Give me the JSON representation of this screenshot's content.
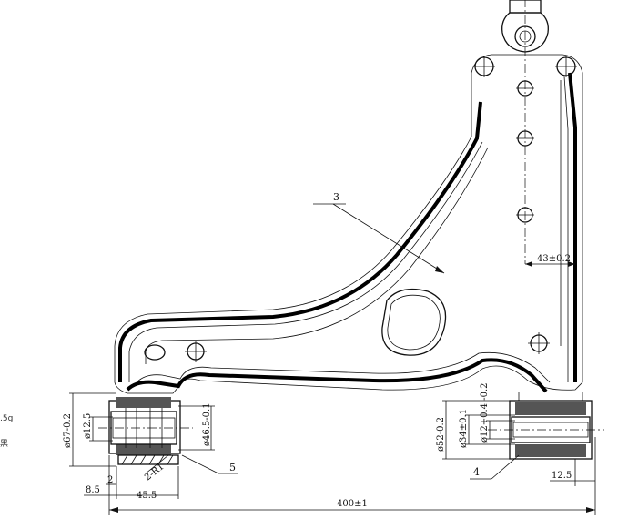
{
  "parts": {
    "arm": "3",
    "front_bush": "5",
    "rear_bush": "4"
  },
  "dimensions": {
    "overall_length": "400±1",
    "ball_joint_offset": "43±0.2",
    "front_bush_outer": "ø67-0.2",
    "front_bush_bore": "ø12.5",
    "front_bush_body": "ø46.5-0.1",
    "front_left_gap": "8.5",
    "front_gap_2": "2",
    "front_width": "45.5",
    "front_radius": "2-R1",
    "rear_bush_outer": "ø52-0.2",
    "rear_bush_inner": "ø34±0.1",
    "rear_bush_bore": "ø12+0.4 -0.2",
    "rear_offset": "12.5"
  },
  "side_notes": {
    "weight": ".5g",
    "marking": "黑"
  }
}
